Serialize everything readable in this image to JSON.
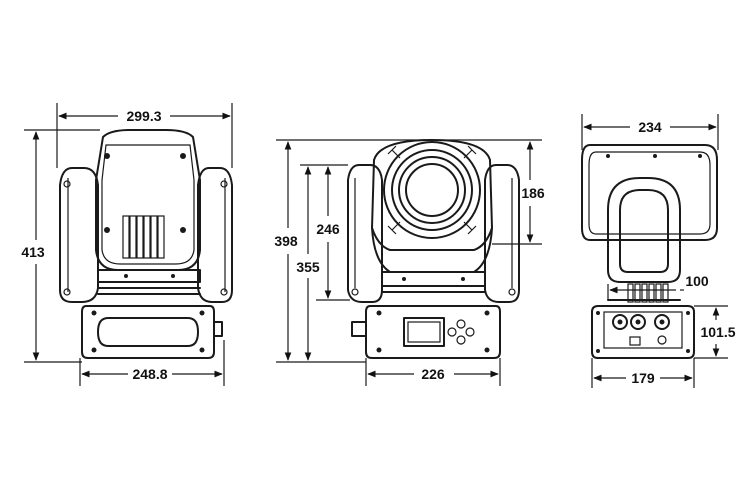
{
  "dimensions": {
    "front_view": {
      "overall_width": "299.3",
      "overall_height": "413",
      "base_width": "248.8"
    },
    "side_view": {
      "overall_height": "398",
      "arm_height": "355",
      "lens_height": "246",
      "lens_to_top": "186",
      "base_width": "226"
    },
    "back_view": {
      "width": "234",
      "arm_to_base": "100",
      "base_height": "101.5",
      "base_width": "179"
    }
  }
}
